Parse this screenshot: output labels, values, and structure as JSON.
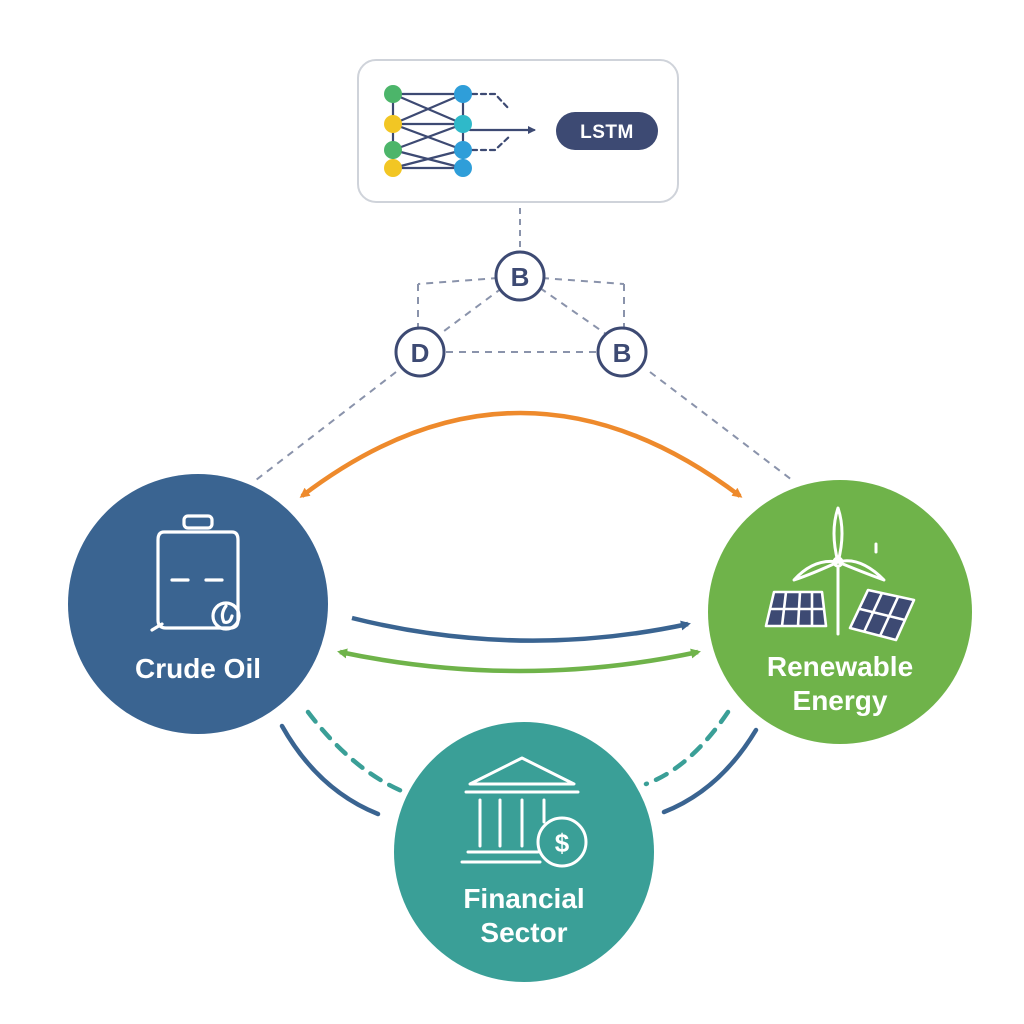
{
  "diagram": {
    "model_box": {
      "tag_label": "LSTM"
    },
    "mini_nodes": [
      {
        "id": "top",
        "label": "B"
      },
      {
        "id": "left",
        "label": "D"
      },
      {
        "id": "right",
        "label": "B"
      }
    ],
    "sectors": {
      "crude_oil": {
        "label": "Crude Oil",
        "color": "#3a6491"
      },
      "renewable": {
        "label_line1": "Renewable",
        "label_line2": "Energy",
        "color": "#6fb34a"
      },
      "financial": {
        "label_line1": "Financial",
        "label_line2": "Sector",
        "color": "#3a9f97"
      }
    },
    "colors": {
      "orange_arrow": "#ee8a2c",
      "blue_arrow": "#3a6491",
      "green_arrow": "#6fb34a",
      "teal_arc": "#3a9f97",
      "dashed_gray": "#8a93ab",
      "box_border": "#cfd3da",
      "lstm_pill": "#3d4a73"
    }
  }
}
